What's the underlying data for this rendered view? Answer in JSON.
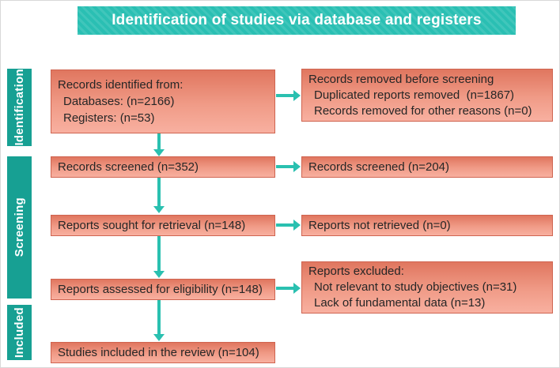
{
  "title": "Identification of studies via database and registers",
  "sidebar": [
    {
      "label": "Identification"
    },
    {
      "label": "Screening"
    },
    {
      "label": "Included"
    }
  ],
  "left_boxes": [
    {
      "lines": [
        "Records identified from:",
        "Databases: (n=2166)",
        "Registers: (n=53)"
      ]
    },
    {
      "lines": [
        "Records screened (n=352)"
      ]
    },
    {
      "lines": [
        "Reports sought for retrieval (n=148)"
      ]
    },
    {
      "lines": [
        "Reports assessed for eligibility (n=148)"
      ]
    },
    {
      "lines": [
        "Studies included in the review (n=104)"
      ]
    }
  ],
  "right_boxes": [
    {
      "lines": [
        "Records removed before screening",
        "Duplicated reports removed  (n=1867)",
        "Records removed for other reasons (n=0)"
      ]
    },
    {
      "lines": [
        "Records screened (n=204)"
      ]
    },
    {
      "lines": [
        "Reports not retrieved (n=0)"
      ]
    },
    {
      "lines": [
        "Reports excluded:",
        "Not relevant to study objectives (n=31)",
        "Lack of fundamental data (n=13)"
      ]
    }
  ],
  "colors": {
    "accent-teal": "#2abfb3",
    "sidebar-teal": "#17a093",
    "arrow-teal": "#2ac0b0",
    "box-top": "#e0765f",
    "box-bottom": "#f8b0a0",
    "box-border": "#cf6450",
    "text": "#262626"
  }
}
